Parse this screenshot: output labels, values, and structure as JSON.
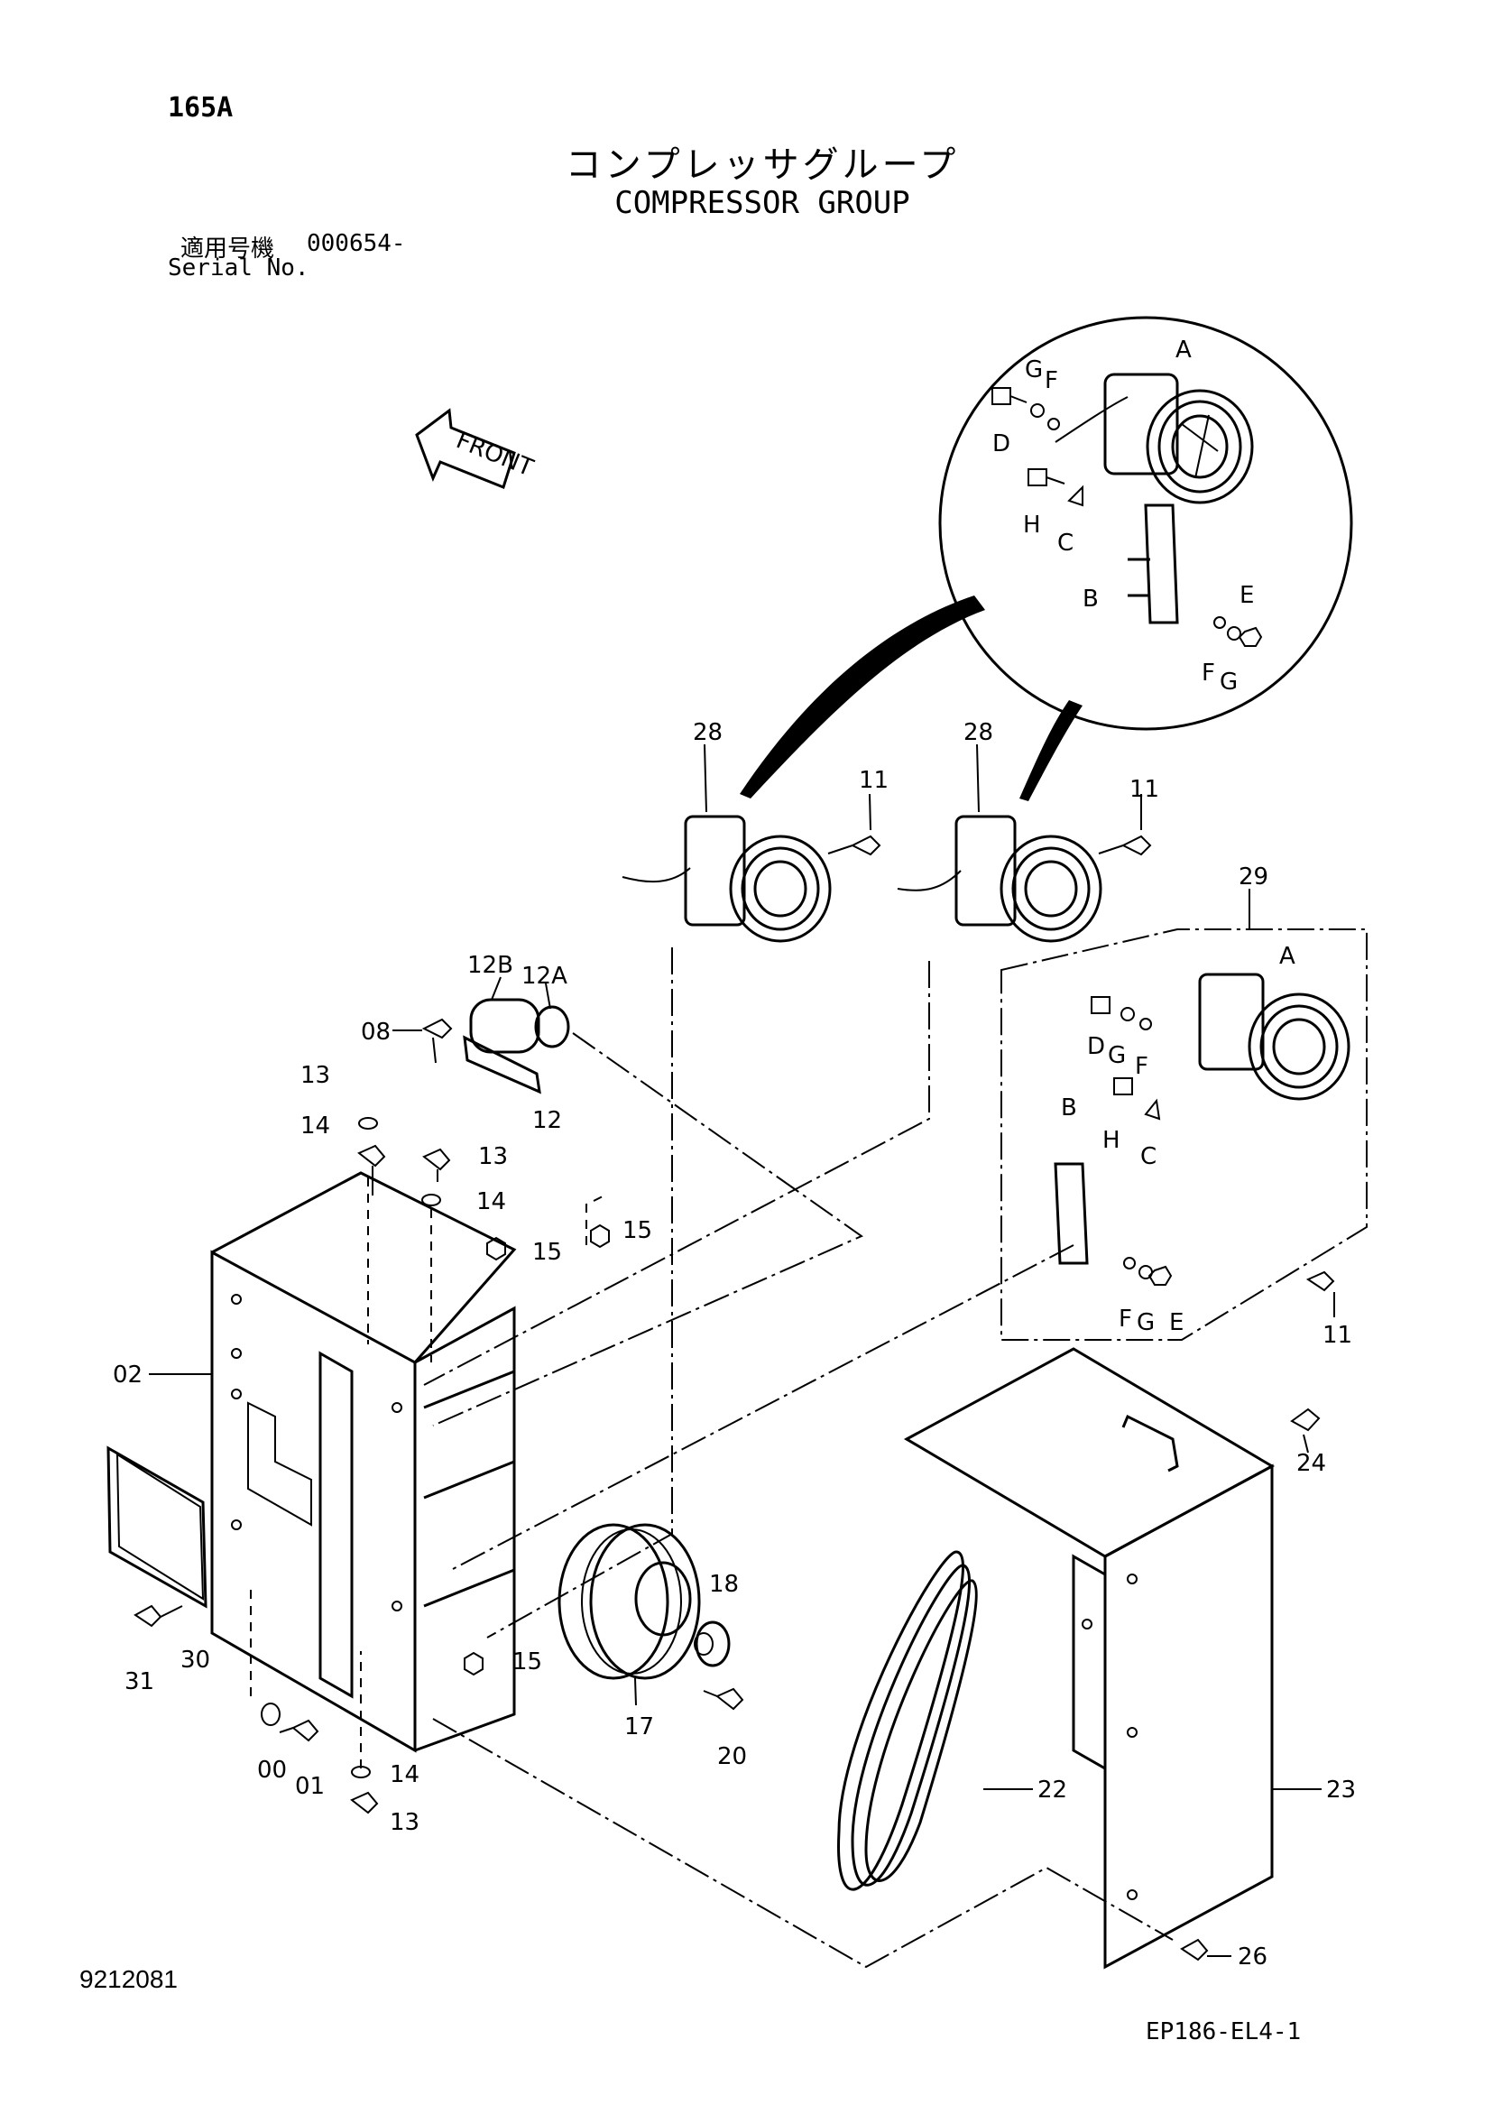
{
  "page": {
    "page_number": "165A",
    "title_jp": "コンプレッサグループ",
    "title_en": "COMPRESSOR GROUP",
    "serial_label_jp": "適用号機",
    "serial_value": "000654-",
    "serial_label_en": "Serial No.",
    "doc_number": "9212081",
    "drawing_id": "EP186-EL4-1",
    "front_label": "FRONT"
  },
  "detail_circle_labels": {
    "a": "A",
    "b": "B",
    "c": "C",
    "d": "D",
    "e": "E",
    "f_top": "F",
    "f_bottom": "F",
    "g_top": "G",
    "g_bottom": "G",
    "h": "H"
  },
  "detail_box_labels": {
    "a": "A",
    "b": "B",
    "c": "C",
    "d": "D",
    "e": "E",
    "f_top": "F",
    "f_bottom": "F",
    "g_top": "G",
    "g_bottom": "G",
    "h": "H"
  },
  "callouts": {
    "p28_left": "28",
    "p28_right": "28",
    "p11_left": "11",
    "p11_right": "11",
    "p11_box": "11",
    "p29": "29",
    "p12B": "12B",
    "p12A": "12A",
    "p12": "12",
    "p08": "08",
    "p13_a": "13",
    "p13_b": "13",
    "p13_c": "13",
    "p14_a": "14",
    "p14_b": "14",
    "p14_c": "14",
    "p15_a": "15",
    "p15_b": "15",
    "p15_c": "15",
    "p02": "02",
    "p30": "30",
    "p31": "31",
    "p00": "00",
    "p01": "01",
    "p17": "17",
    "p18": "18",
    "p20": "20",
    "p22": "22",
    "p23": "23",
    "p24": "24",
    "p26": "26"
  }
}
